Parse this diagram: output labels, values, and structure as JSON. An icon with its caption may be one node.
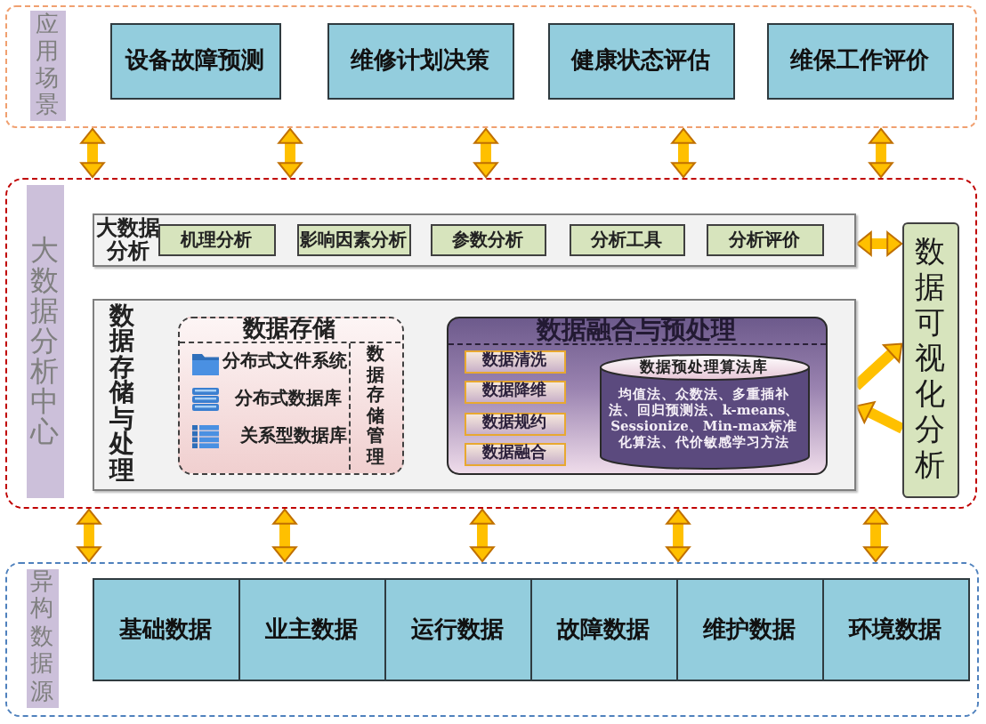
{
  "diagram": {
    "nodes": [
      {
        "text": [
          "应用场景"
        ]
      },
      {
        "text": [
          "设备故障预测"
        ],
        "in": 0
      },
      {
        "text": [
          "维修计划决策"
        ],
        "in": 0
      },
      {
        "text": [
          "健康状态评估"
        ],
        "in": 0
      },
      {
        "text": [
          "维保工作评价"
        ],
        "in": 0
      },
      {
        "text": [
          "大数据分析中心"
        ]
      },
      {
        "text": [
          "大数据分析"
        ],
        "in": 5
      },
      {
        "text": [
          "机理分析"
        ],
        "in": 6
      },
      {
        "text": [
          "影响因素分析"
        ],
        "in": 6
      },
      {
        "text": [
          "参数分析"
        ],
        "in": 6
      },
      {
        "text": [
          "分析工具"
        ],
        "in": 6
      },
      {
        "text": [
          "分析评价"
        ],
        "in": 6
      },
      {
        "text": [
          "数据存储与处理"
        ],
        "in": 5
      },
      {
        "text": [
          "数据存储",
          "分布式文件系统",
          "分布式数据库",
          "关系型数据库"
        ],
        "in": 12
      },
      {
        "text": [
          "数据存储管理"
        ],
        "in": 13
      },
      {
        "text": [
          "数据融合与预处理"
        ],
        "in": 12
      },
      {
        "text": [
          "数据清洗"
        ],
        "in": 15
      },
      {
        "text": [
          "数据降维"
        ],
        "in": 15
      },
      {
        "text": [
          "数据规约"
        ],
        "in": 15
      },
      {
        "text": [
          "数据融合"
        ],
        "in": 15
      },
      {
        "text": [
          "数据预处理算法库",
          "均值法、众数法、多重插补法、回归预测法、k-means、Sessionize、Min-max标准化算法、代价敏感学习方法"
        ],
        "in": 15
      },
      {
        "text": [
          "数据可视化分析"
        ],
        "in": 5
      },
      {
        "text": [
          "异构数据源"
        ]
      },
      {
        "text": [
          "基础数据"
        ],
        "in": 22
      },
      {
        "text": [
          "业主数据"
        ],
        "in": 22
      },
      {
        "text": [
          "运行数据"
        ],
        "in": 22
      },
      {
        "text": [
          "故障数据"
        ],
        "in": 22
      },
      {
        "text": [
          "维护数据"
        ],
        "in": 22
      },
      {
        "text": [
          "环境数据"
        ],
        "in": 22
      }
    ],
    "edges": [
      {
        "from": 0,
        "to": 5,
        "arrow": "both"
      },
      {
        "from": 0,
        "to": 5,
        "arrow": "both"
      },
      {
        "from": 0,
        "to": 5,
        "arrow": "both"
      },
      {
        "from": 0,
        "to": 5,
        "arrow": "both"
      },
      {
        "from": 0,
        "to": 5,
        "arrow": "both"
      },
      {
        "from": 6,
        "to": 21,
        "arrow": "both"
      },
      {
        "from": 12,
        "to": 21,
        "arrow": "to"
      },
      {
        "from": 21,
        "to": 12,
        "arrow": "to"
      },
      {
        "from": 5,
        "to": 22,
        "arrow": "both"
      },
      {
        "from": 5,
        "to": 22,
        "arrow": "both"
      },
      {
        "from": 5,
        "to": 22,
        "arrow": "both"
      },
      {
        "from": 5,
        "to": 22,
        "arrow": "both"
      },
      {
        "from": 5,
        "to": 22,
        "arrow": "both"
      }
    ]
  }
}
